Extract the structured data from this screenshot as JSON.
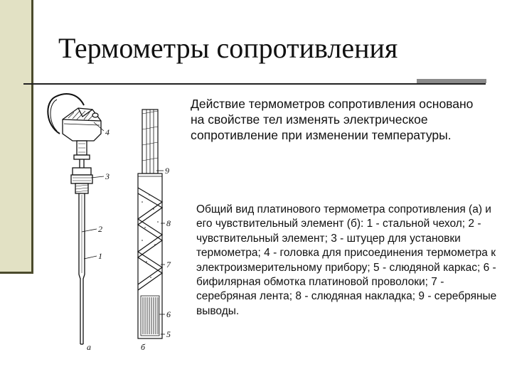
{
  "slide": {
    "title": "Термометры сопротивления",
    "paragraph1": "Действие термометров сопротивления основано на свойстве тел изменять электрическое сопротивление при изменении температуры.",
    "paragraph2": "Общий вид платинового термометра сопротивления (а) и его чувствительный элемент (б): 1 - стальной чехол; 2 - чувствительный элемент; 3 - штуцер для установки термометра; 4 - головка для присоединения термометра к электроизмерительному прибору; 5 - слюдяной каркас; 6 - бифилярная обмотка платиновой проволоки; 7 - серебряная лента; 8 - слюдяная накладка; 9 - серебряные выводы."
  },
  "figure": {
    "labels": {
      "l1": "1",
      "l2": "2",
      "l3": "3",
      "l4": "4",
      "l5": "5",
      "l6": "6",
      "l7": "7",
      "l8": "8",
      "l9": "9",
      "a": "а",
      "b": "б"
    }
  },
  "colors": {
    "accent": "#e2e1c4",
    "accent_dark": "#4b4a2c",
    "rule": "#222222",
    "rule_accent": "#8a8a8a"
  }
}
